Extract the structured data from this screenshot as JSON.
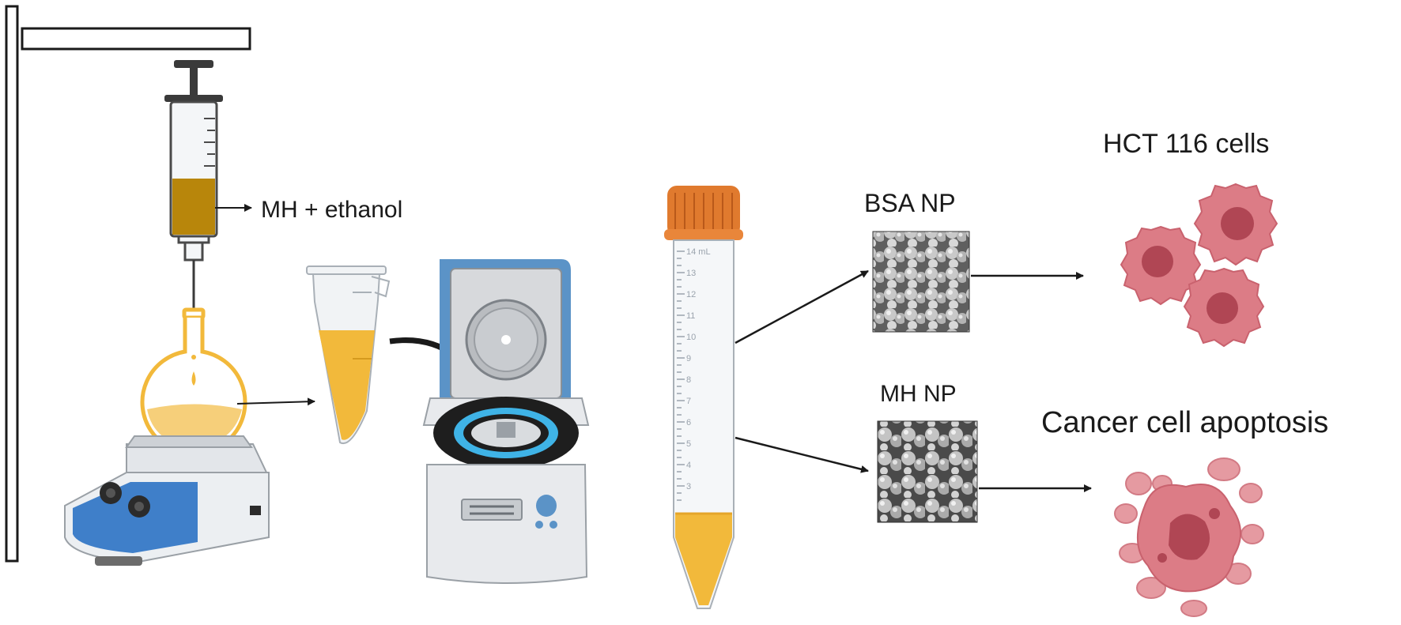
{
  "labels": {
    "syringe_content": "MH + ethanol",
    "bsa_np": "BSA NP",
    "mh_np": "MH NP",
    "hct_cells": "HCT 116 cells",
    "apoptosis": "Cancer cell apoptosis"
  },
  "tube_scale": [
    "14",
    "13",
    "12",
    "11",
    "10",
    "9",
    "8",
    "7",
    "6",
    "5",
    "4",
    "3"
  ],
  "tube_scale_unit": "mL",
  "colors": {
    "liquid": "#f2b93b",
    "syringe_liquid": "#b8860b",
    "cap": "#e07a2e",
    "hotplate_panel": "#3f7fc9",
    "centrifuge_lid": "#5b93c7",
    "cell_fill": "#d9727e",
    "cell_nucleus": "#b04654",
    "line": "#1a1a1a"
  }
}
